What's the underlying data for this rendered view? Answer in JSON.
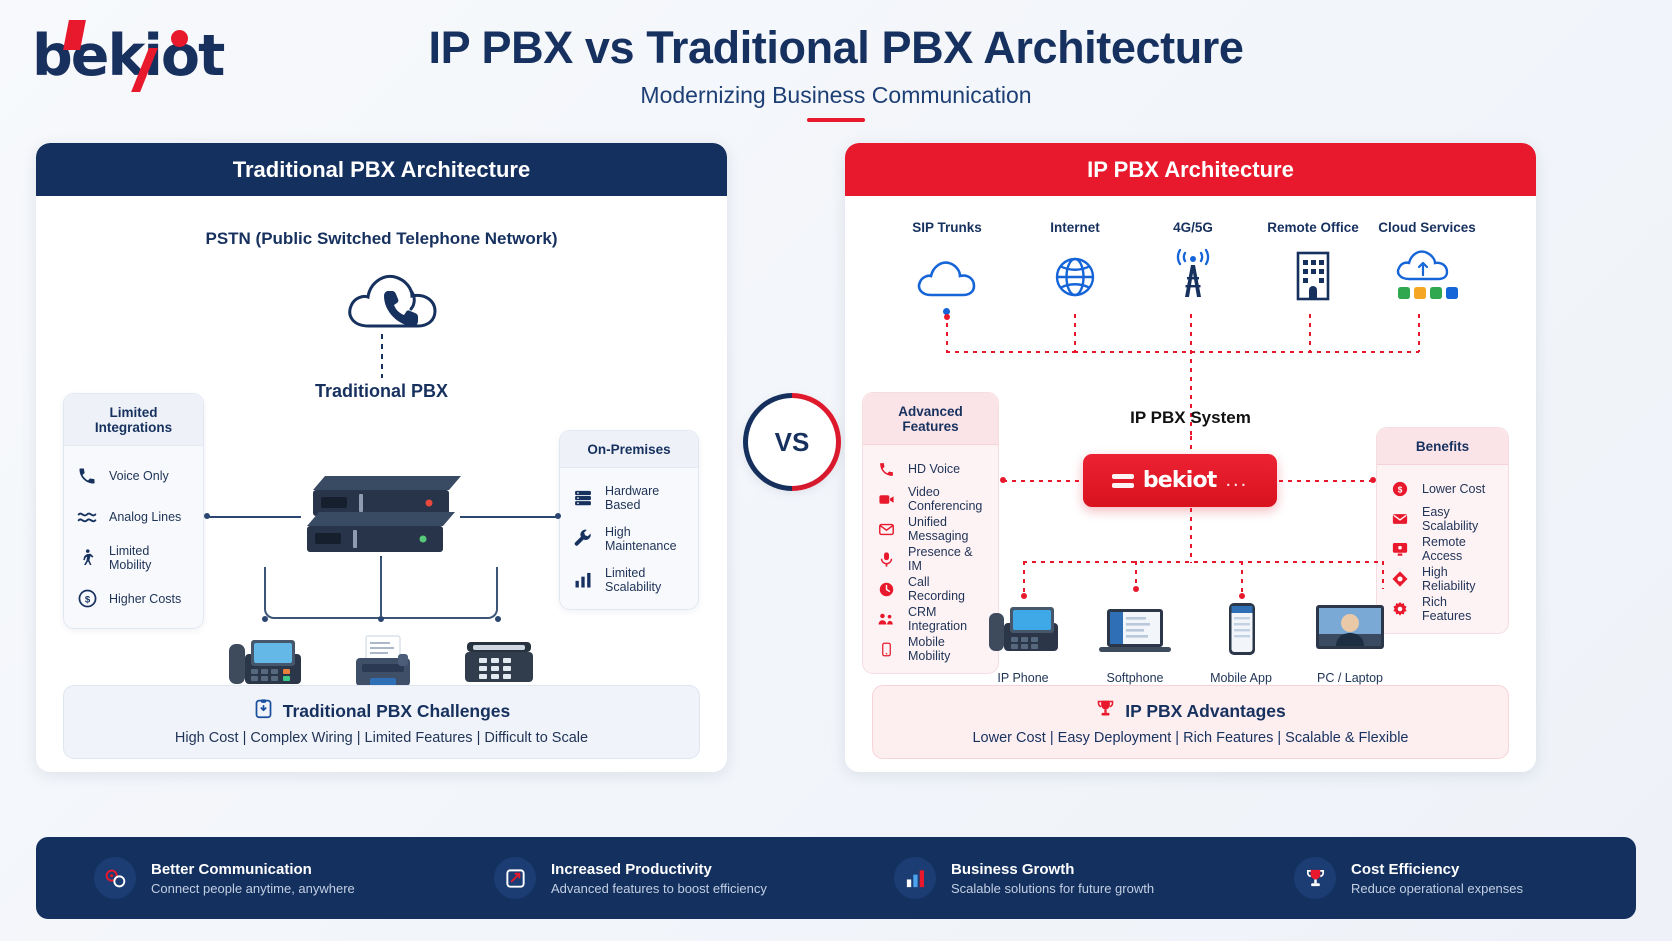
{
  "brand": {
    "name": "bekiot",
    "navy": "#17305e",
    "red": "#e8192c"
  },
  "header": {
    "title": "IP PBX vs Traditional PBX Architecture",
    "subtitle": "Modernizing Business Communication"
  },
  "vs_badge": {
    "label": "VS"
  },
  "left_panel": {
    "heading": "Traditional PBX Architecture",
    "network_label": "PSTN (Public Switched Telephone Network)",
    "network_icon": "cloud-phone-icon",
    "center_label": "Traditional PBX",
    "center_icon": "rack-server-icon",
    "limited_card": {
      "title": "Limited Integrations",
      "items": [
        {
          "label": "Voice Only",
          "icon": "phone-icon"
        },
        {
          "label": "Analog Lines",
          "icon": "wave-icon"
        },
        {
          "label": "Limited Mobility",
          "icon": "walking-person-icon"
        },
        {
          "label": "Higher Costs",
          "icon": "dollar-circle-icon"
        }
      ]
    },
    "onprem_card": {
      "title": "On-Premises",
      "items": [
        {
          "label": "Hardware Based",
          "icon": "server-icon"
        },
        {
          "label": "High Maintenance",
          "icon": "wrench-icon"
        },
        {
          "label": "Limited Scalability",
          "icon": "bar-chart-icon"
        }
      ]
    },
    "devices": [
      {
        "label": "Desk Phone",
        "icon": "desk-phone-icon"
      },
      {
        "label": "Fax Machine",
        "icon": "fax-machine-icon"
      },
      {
        "label": "Analog Phone",
        "icon": "analog-phone-icon"
      }
    ],
    "footer": {
      "icon": "clipboard-warning-icon",
      "title": "Traditional PBX Challenges",
      "subtitle": "High Cost | Complex Wiring | Limited Features | Difficult to Scale"
    }
  },
  "right_panel": {
    "heading": "IP PBX Architecture",
    "sources": [
      {
        "label": "SIP Trunks",
        "icon": "cloud-icon"
      },
      {
        "label": "Internet",
        "icon": "globe-icon"
      },
      {
        "label": "4G/5G",
        "icon": "cell-tower-icon"
      },
      {
        "label": "Remote Office",
        "icon": "office-building-icon"
      },
      {
        "label": "Cloud Services",
        "icon": "cloud-upload-icon"
      }
    ],
    "center_label": "IP PBX System",
    "center_logo": "bekiot",
    "center_dots": "...",
    "features_card": {
      "title": "Advanced Features",
      "items": [
        {
          "label": "HD Voice",
          "icon": "phone-icon"
        },
        {
          "label": "Video Conferencing",
          "icon": "video-camera-icon"
        },
        {
          "label": "Unified Messaging",
          "icon": "envelope-icon"
        },
        {
          "label": "Presence & IM",
          "icon": "presence-icon"
        },
        {
          "label": "Call Recording",
          "icon": "clock-icon"
        },
        {
          "label": "CRM Integration",
          "icon": "crm-people-icon"
        },
        {
          "label": "Mobile Mobility",
          "icon": "mobile-phone-icon"
        }
      ]
    },
    "benefits_card": {
      "title": "Benefits",
      "items": [
        {
          "label": "Lower Cost",
          "icon": "dollar-circle-icon"
        },
        {
          "label": "Easy Scalability",
          "icon": "envelope-icon"
        },
        {
          "label": "Remote Access",
          "icon": "monitor-icon"
        },
        {
          "label": "High Reliability",
          "icon": "diamond-shield-icon"
        },
        {
          "label": "Rich Features",
          "icon": "gear-icon"
        }
      ]
    },
    "devices": [
      {
        "label": "IP Phone",
        "icon": "ip-phone-icon"
      },
      {
        "label": "Softphone",
        "icon": "laptop-icon"
      },
      {
        "label": "Mobile App",
        "icon": "smartphone-icon"
      },
      {
        "label": "PC / Laptop",
        "icon": "video-call-monitor-icon"
      }
    ],
    "footer": {
      "icon": "trophy-icon",
      "title": "IP PBX Advantages",
      "subtitle": "Lower Cost | Easy Deployment | Rich Features | Scalable & Flexible"
    }
  },
  "bottom_bar": [
    {
      "icon": "communication-icon",
      "title": "Better Communication",
      "subtitle": "Connect people anytime, anywhere"
    },
    {
      "icon": "productivity-icon",
      "title": "Increased Productivity",
      "subtitle": "Advanced features to boost efficiency"
    },
    {
      "icon": "growth-chart-icon",
      "title": "Business Growth",
      "subtitle": "Scalable solutions for future growth"
    },
    {
      "icon": "trophy-icon",
      "title": "Cost Efficiency",
      "subtitle": "Reduce operational expenses"
    }
  ]
}
